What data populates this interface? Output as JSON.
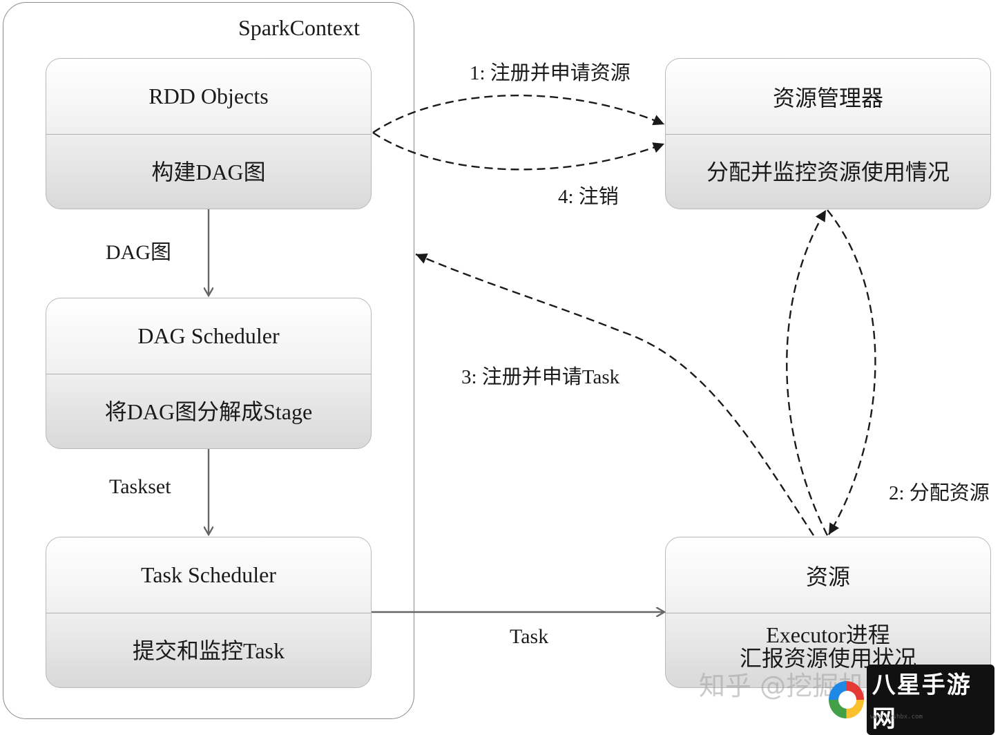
{
  "spark_context": {
    "title": "SparkContext"
  },
  "nodes": {
    "rdd_objects": {
      "title": "RDD Objects",
      "body": "构建DAG图"
    },
    "dag_scheduler": {
      "title": "DAG Scheduler",
      "body": "将DAG图分解成Stage"
    },
    "task_scheduler": {
      "title": "Task Scheduler",
      "body": "提交和监控Task"
    },
    "resource_manager": {
      "title": "资源管理器",
      "body": "分配并监控资源使用情况"
    },
    "resource": {
      "title": "资源",
      "body_line1": "Executor进程",
      "body_line2": "汇报资源使用状况"
    }
  },
  "edges": {
    "dag_graph": "DAG图",
    "taskset": "Taskset",
    "register_request_resource": "1: 注册并申请资源",
    "deregister": "4: 注销",
    "allocate_resource": "2: 分配资源",
    "register_request_task": "3: 注册并申请Task",
    "task": "Task"
  },
  "watermark": {
    "text": "知乎 @挖掘机的…",
    "brand": "八星手游网",
    "url": "www.lyshbx.com"
  },
  "colors": {
    "border": "#8a8a8a",
    "arrow": "#1a1a1a",
    "solid_arrow": "#666666"
  }
}
